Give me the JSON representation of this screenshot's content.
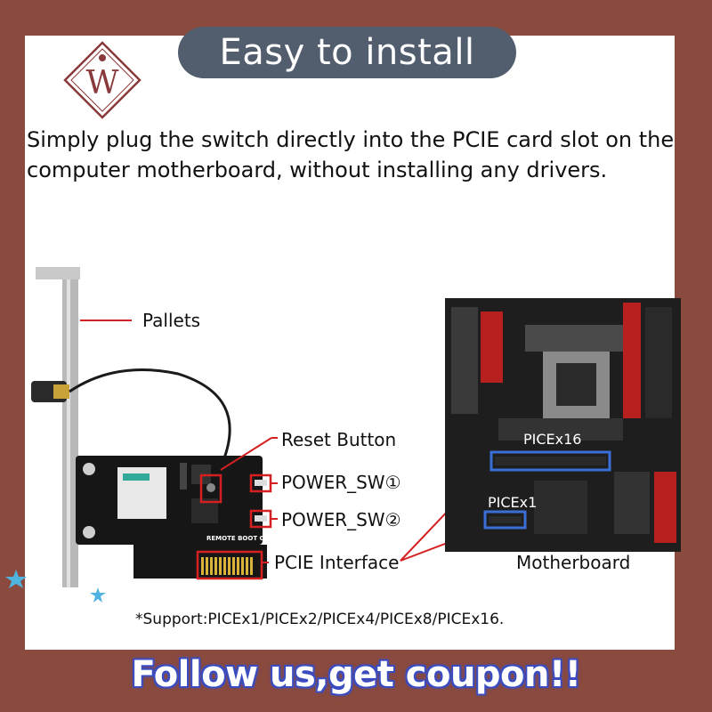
{
  "header": {
    "title": "Easy to install"
  },
  "logo": {
    "letter": "W"
  },
  "description": "Simply plug the switch directly into the PCIE card slot on the computer motherboard,  without installing any drivers.",
  "card_labels": {
    "pallets": "Pallets",
    "reset_button": "Reset Button",
    "power_sw1": "POWER_SW①",
    "power_sw2": "POWER_SW②",
    "pcie_interface": "PCIE Interface",
    "card_print": "REMOTE BOOT CARD"
  },
  "motherboard_labels": {
    "slot_x16": "PICEx16",
    "slot_x1": "PICEx1",
    "caption": "Motherboard"
  },
  "support_note": "*Support:PICEx1/PICEx2/PICEx4/PICEx8/PICEx16.",
  "footer": {
    "text": "Follow us,get coupon!!"
  },
  "colors": {
    "frame": "#8a4a3e",
    "title_pill": "#525e6e",
    "highlight_red": "#d42020",
    "highlight_blue": "#3a6fd8",
    "footer_outline": "#3b4cc0"
  }
}
